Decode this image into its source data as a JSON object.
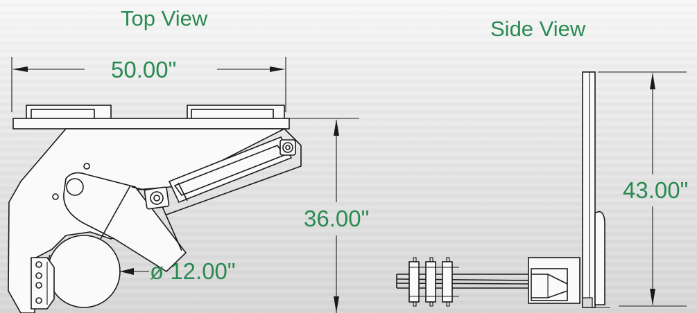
{
  "views": {
    "top_title": "Top View",
    "side_title": "Side View"
  },
  "dimensions": {
    "width": "50.00\"",
    "height_top": "36.00\"",
    "diameter": "ø 12.00\"",
    "height_side": "43.00\""
  },
  "colors": {
    "label_green": "#2a8a52",
    "line": "#1a1a1a"
  }
}
